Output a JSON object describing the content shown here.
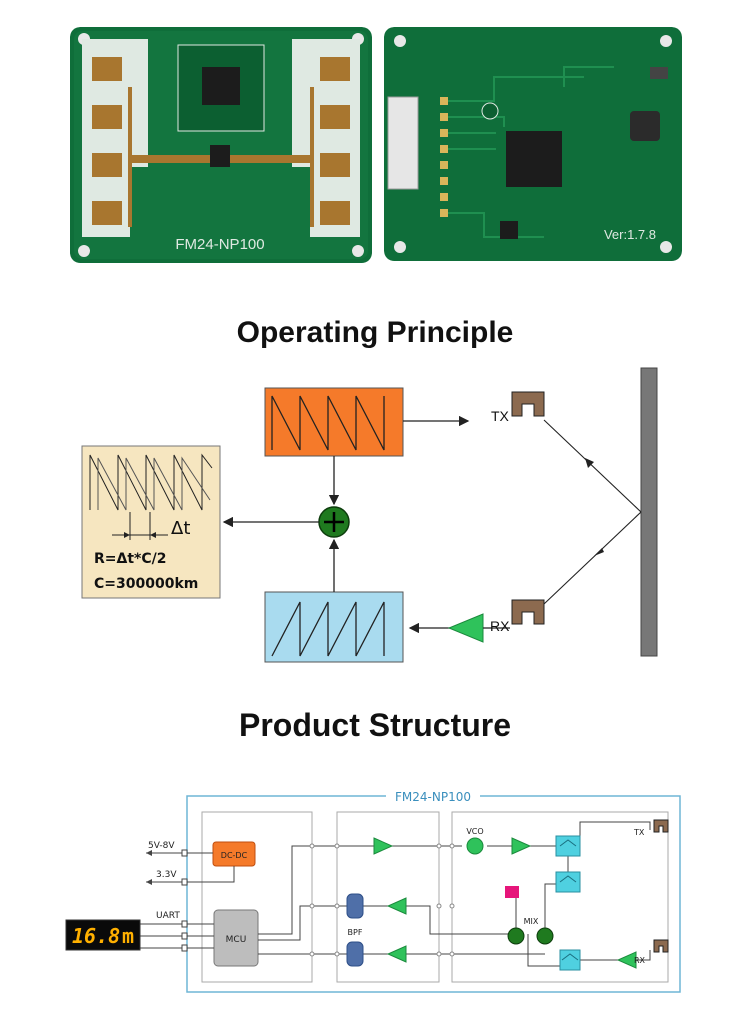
{
  "photos": {
    "antenna_side_label": "FM24-NP100",
    "component_side_label": "Ver:1.7.8"
  },
  "principle": {
    "heading": "Operating Principle",
    "tx_label": "TX",
    "rx_label": "RX",
    "delta_t": "Δt",
    "formula": "R=Δt*C/2",
    "constant": "C=300000km"
  },
  "structure": {
    "heading": "Product  Structure",
    "module_title": "FM24-NP100",
    "pins": [
      "5V-8V",
      "3.3V",
      "UART"
    ],
    "blocks": {
      "dcdc": "DC-DC",
      "mcu": "MCU",
      "bpf": "BPF",
      "vco": "VCO",
      "mix": "MIX",
      "tx": "TX",
      "rx": "RX"
    },
    "display_reading": "16.8",
    "display_unit": "m"
  },
  "colors": {
    "pcb_green": "#0f6e3a",
    "pad_gold": "#a8762f",
    "orange_block": "#f57a2a",
    "blue_block": "#a9dbef",
    "amplifier_green": "#2fc25b",
    "sum_node": "#1f7a1f",
    "chart_bg": "#f6e6c0",
    "module_border": "#6fb6d6",
    "display_digits": "#ffb000"
  }
}
